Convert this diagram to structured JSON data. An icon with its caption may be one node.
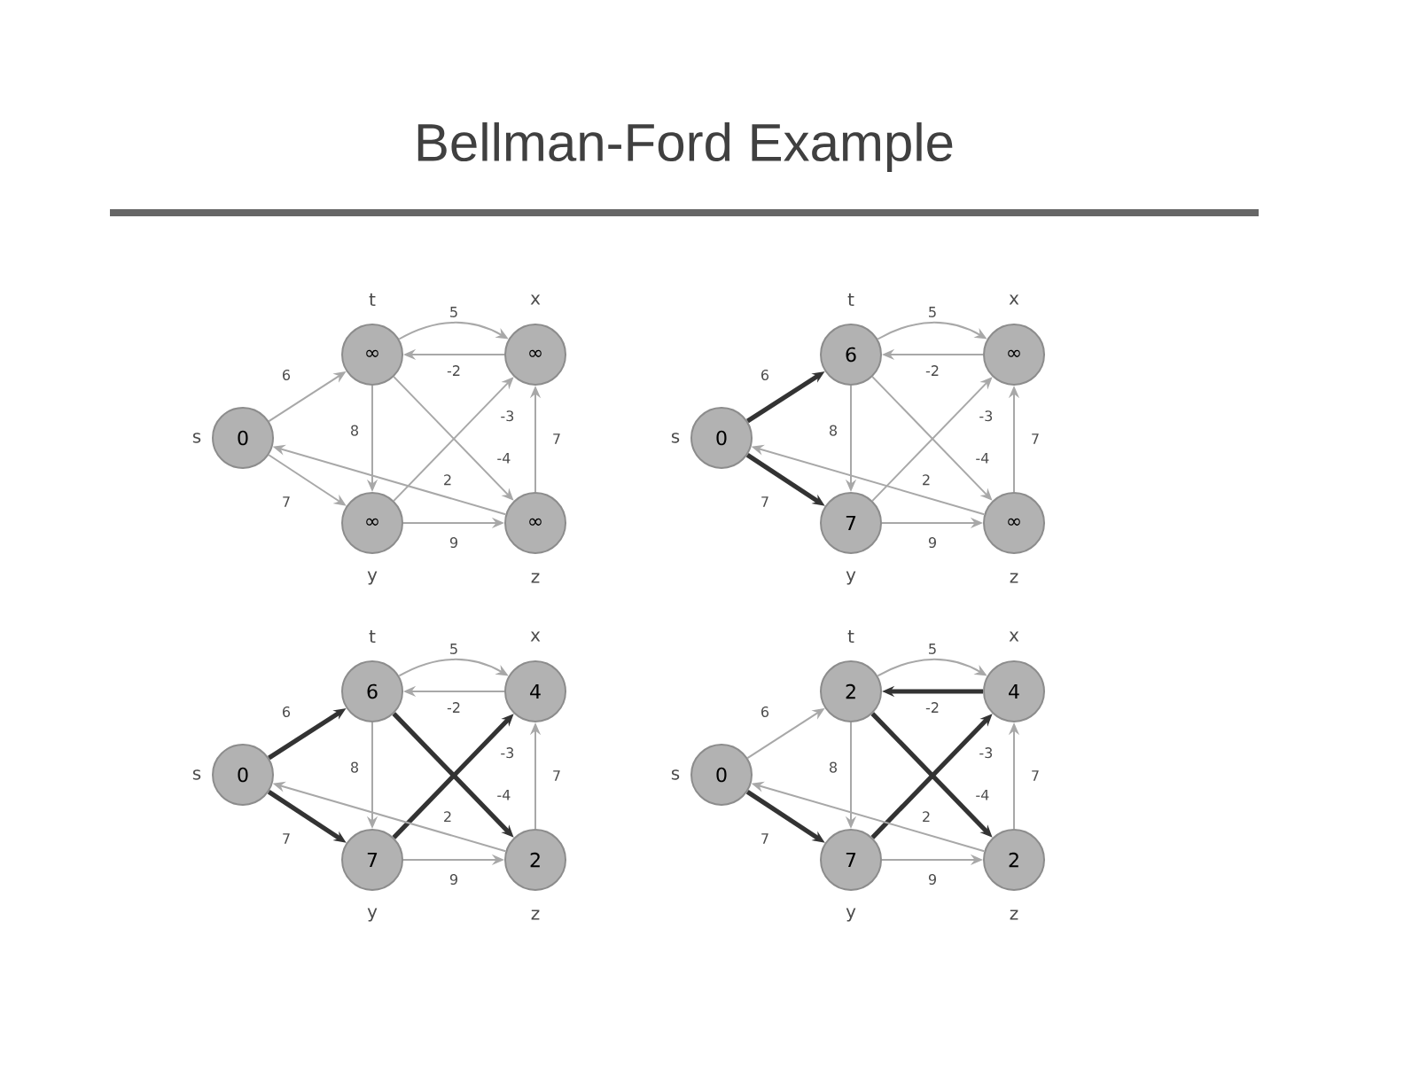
{
  "diagram": {
    "title": "Bellman-Ford Example",
    "nodes": [
      {
        "text": [
          "0"
        ],
        "beside": [
          "s"
        ]
      },
      {
        "text": [
          "∞"
        ],
        "beside": [
          "t"
        ]
      },
      {
        "text": [
          "∞"
        ],
        "beside": [
          "x"
        ]
      },
      {
        "text": [
          "∞"
        ],
        "beside": [
          "y"
        ]
      },
      {
        "text": [
          "∞"
        ],
        "beside": [
          "z"
        ]
      },
      {
        "text": [
          "0"
        ],
        "beside": [
          "s"
        ]
      },
      {
        "text": [
          "6"
        ],
        "beside": [
          "t"
        ]
      },
      {
        "text": [
          "∞"
        ],
        "beside": [
          "x"
        ]
      },
      {
        "text": [
          "7"
        ],
        "beside": [
          "y"
        ]
      },
      {
        "text": [
          "∞"
        ],
        "beside": [
          "z"
        ]
      },
      {
        "text": [
          "0"
        ],
        "beside": [
          "s"
        ]
      },
      {
        "text": [
          "6"
        ],
        "beside": [
          "t"
        ]
      },
      {
        "text": [
          "4"
        ],
        "beside": [
          "x"
        ]
      },
      {
        "text": [
          "7"
        ],
        "beside": [
          "y"
        ]
      },
      {
        "text": [
          "2"
        ],
        "beside": [
          "z"
        ]
      },
      {
        "text": [
          "0"
        ],
        "beside": [
          "s"
        ]
      },
      {
        "text": [
          "2"
        ],
        "beside": [
          "t"
        ]
      },
      {
        "text": [
          "4"
        ],
        "beside": [
          "x"
        ]
      },
      {
        "text": [
          "7"
        ],
        "beside": [
          "y"
        ]
      },
      {
        "text": [
          "2"
        ],
        "beside": [
          "z"
        ]
      }
    ],
    "edges": [
      {
        "from": 0,
        "to": 1,
        "arrow": "to",
        "label": "6"
      },
      {
        "from": 0,
        "to": 3,
        "arrow": "to",
        "label": "7"
      },
      {
        "from": 1,
        "to": 2,
        "arrow": "to",
        "label": "5"
      },
      {
        "from": 2,
        "to": 1,
        "arrow": "to",
        "label": "-2"
      },
      {
        "from": 1,
        "to": 3,
        "arrow": "to",
        "label": "8"
      },
      {
        "from": 1,
        "to": 4,
        "arrow": "to",
        "label": "-4"
      },
      {
        "from": 3,
        "to": 2,
        "arrow": "to",
        "label": "-3"
      },
      {
        "from": 3,
        "to": 4,
        "arrow": "to",
        "label": "9"
      },
      {
        "from": 4,
        "to": 2,
        "arrow": "to",
        "label": "7"
      },
      {
        "from": 4,
        "to": 0,
        "arrow": "to",
        "label": "2"
      },
      {
        "from": 5,
        "to": 6,
        "arrow": "to",
        "label": "6",
        "style": "thick",
        "color": "#333333"
      },
      {
        "from": 5,
        "to": 8,
        "arrow": "to",
        "label": "7",
        "style": "thick",
        "color": "#333333"
      },
      {
        "from": 6,
        "to": 7,
        "arrow": "to",
        "label": "5"
      },
      {
        "from": 7,
        "to": 6,
        "arrow": "to",
        "label": "-2"
      },
      {
        "from": 6,
        "to": 8,
        "arrow": "to",
        "label": "8"
      },
      {
        "from": 6,
        "to": 9,
        "arrow": "to",
        "label": "-4"
      },
      {
        "from": 8,
        "to": 7,
        "arrow": "to",
        "label": "-3"
      },
      {
        "from": 8,
        "to": 9,
        "arrow": "to",
        "label": "9"
      },
      {
        "from": 9,
        "to": 7,
        "arrow": "to",
        "label": "7"
      },
      {
        "from": 9,
        "to": 5,
        "arrow": "to",
        "label": "2"
      },
      {
        "from": 10,
        "to": 11,
        "arrow": "to",
        "label": "6",
        "style": "thick",
        "color": "#333333"
      },
      {
        "from": 10,
        "to": 13,
        "arrow": "to",
        "label": "7",
        "style": "thick",
        "color": "#333333"
      },
      {
        "from": 11,
        "to": 12,
        "arrow": "to",
        "label": "5"
      },
      {
        "from": 12,
        "to": 11,
        "arrow": "to",
        "label": "-2"
      },
      {
        "from": 11,
        "to": 13,
        "arrow": "to",
        "label": "8"
      },
      {
        "from": 11,
        "to": 14,
        "arrow": "to",
        "label": "-4",
        "style": "thick",
        "color": "#333333"
      },
      {
        "from": 13,
        "to": 12,
        "arrow": "to",
        "label": "-3",
        "style": "thick",
        "color": "#333333"
      },
      {
        "from": 13,
        "to": 14,
        "arrow": "to",
        "label": "9"
      },
      {
        "from": 14,
        "to": 12,
        "arrow": "to",
        "label": "7"
      },
      {
        "from": 14,
        "to": 10,
        "arrow": "to",
        "label": "2"
      },
      {
        "from": 15,
        "to": 16,
        "arrow": "to",
        "label": "6"
      },
      {
        "from": 15,
        "to": 18,
        "arrow": "to",
        "label": "7",
        "style": "thick",
        "color": "#333333"
      },
      {
        "from": 16,
        "to": 17,
        "arrow": "to",
        "label": "5"
      },
      {
        "from": 17,
        "to": 16,
        "arrow": "to",
        "label": "-2",
        "style": "thick",
        "color": "#333333"
      },
      {
        "from": 16,
        "to": 18,
        "arrow": "to",
        "label": "8"
      },
      {
        "from": 16,
        "to": 19,
        "arrow": "to",
        "label": "-4",
        "style": "thick",
        "color": "#333333"
      },
      {
        "from": 18,
        "to": 17,
        "arrow": "to",
        "label": "-3",
        "style": "thick",
        "color": "#333333"
      },
      {
        "from": 18,
        "to": 19,
        "arrow": "to",
        "label": "9"
      },
      {
        "from": 19,
        "to": 17,
        "arrow": "to",
        "label": "7"
      },
      {
        "from": 19,
        "to": 15,
        "arrow": "to",
        "label": "2"
      }
    ]
  }
}
